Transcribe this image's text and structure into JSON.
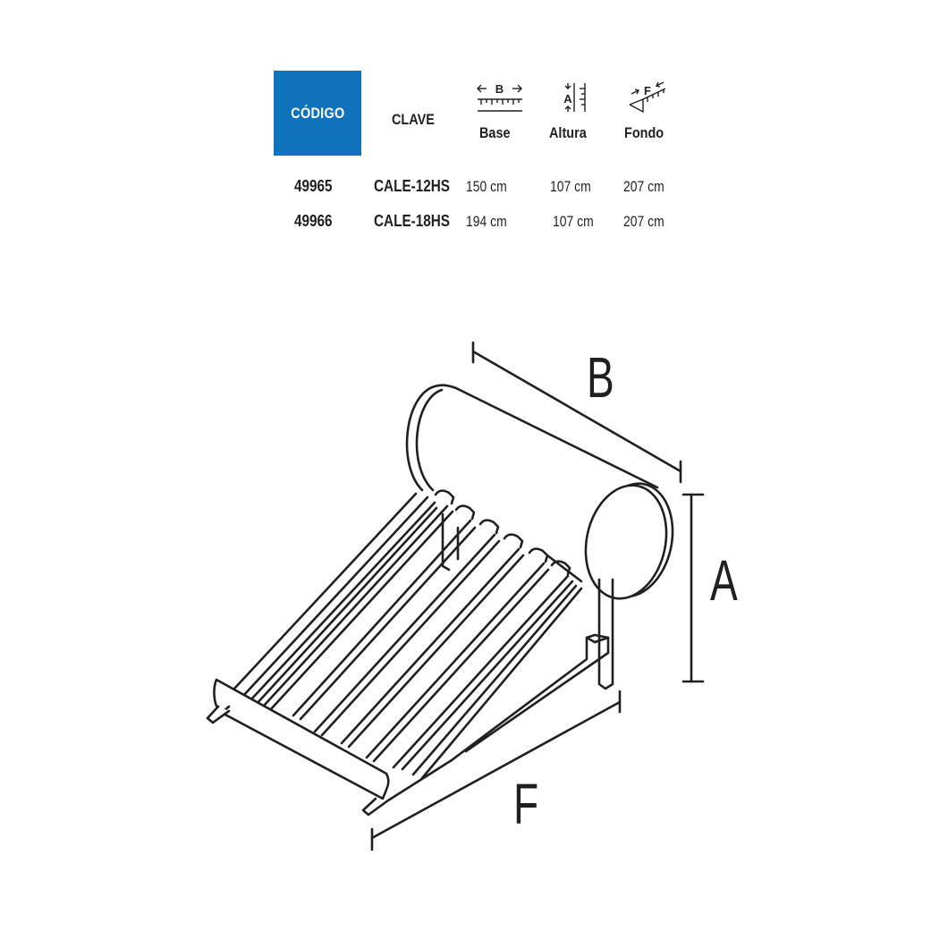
{
  "table": {
    "headers": {
      "codigo": "CÓDIGO",
      "clave": "CLAVE",
      "base": "Base",
      "altura": "Altura",
      "fondo": "Fondo"
    },
    "header_icons": {
      "base": {
        "icon": "width-ruler-icon",
        "letter": "B",
        "left_arrow": "←",
        "right_arrow": "→"
      },
      "altura": {
        "icon": "height-ruler-icon",
        "letter": "A"
      },
      "fondo": {
        "icon": "depth-ruler-icon",
        "letter": "F"
      }
    },
    "rows": [
      {
        "codigo": "49965",
        "clave": "CALE-12HS",
        "base": "150 cm",
        "altura": "107 cm",
        "fondo": "207 cm"
      },
      {
        "codigo": "49966",
        "clave": "CALE-18HS",
        "base": "194 cm",
        "altura": "107 cm",
        "fondo": "207 cm"
      }
    ],
    "accent_color": "#0f72bb"
  },
  "diagram": {
    "subject": "solar-water-heater",
    "labels": {
      "base": "B",
      "altura": "A",
      "fondo": "F"
    }
  }
}
